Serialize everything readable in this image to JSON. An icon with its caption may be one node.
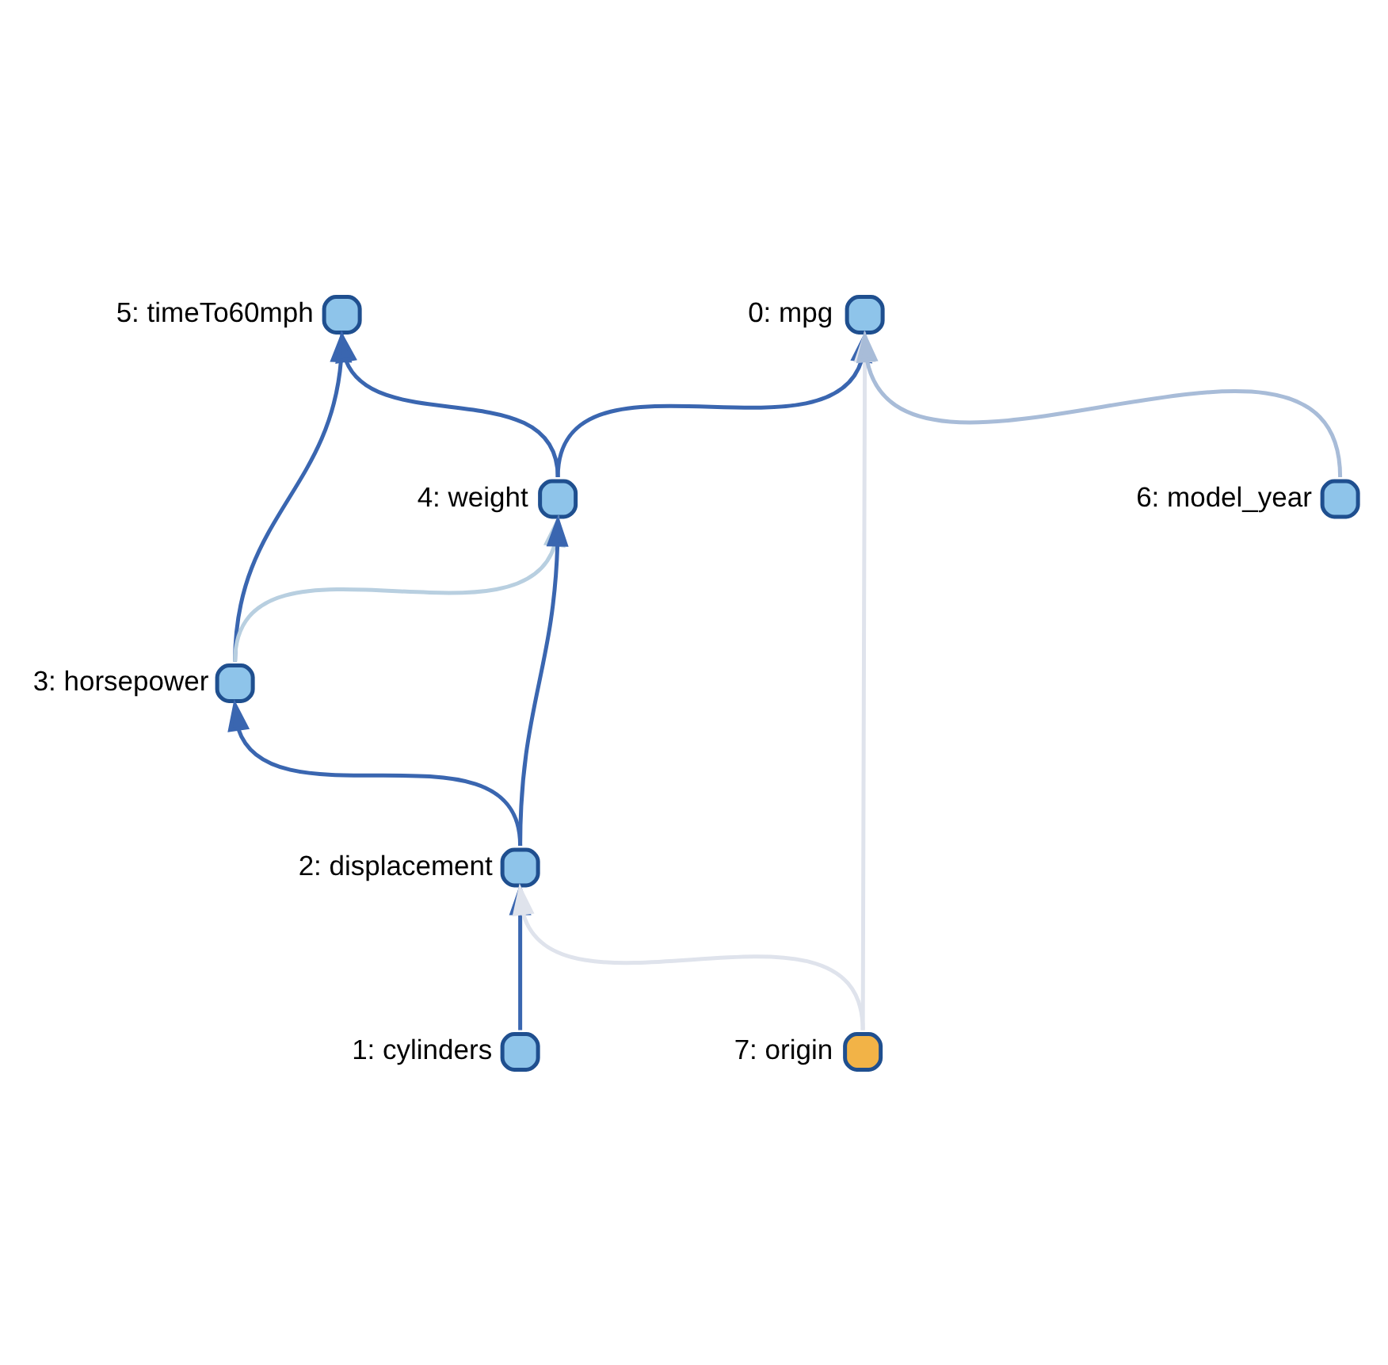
{
  "diagram": {
    "nodes": [
      {
        "text": [
          "5: timeTo60mph"
        ]
      },
      {
        "text": [
          "3: horsepower"
        ]
      },
      {
        "text": [
          "1: cylinders"
        ]
      },
      {
        "text": [
          "2: displacement"
        ]
      },
      {
        "text": [
          "4: weight"
        ]
      },
      {
        "text": [
          "7: origin"
        ]
      },
      {
        "text": [
          "0: mpg"
        ]
      },
      {
        "text": [
          "6: model_year"
        ]
      }
    ],
    "edges": [
      {
        "from": 1,
        "to": 0,
        "arrow": "to"
      },
      {
        "from": 4,
        "to": 0,
        "arrow": "to"
      },
      {
        "from": 3,
        "to": 1,
        "arrow": "to"
      },
      {
        "from": 1,
        "to": 4,
        "arrow": "to",
        "color": "#b8cfe0"
      },
      {
        "from": 2,
        "to": 3,
        "arrow": "to"
      },
      {
        "from": 3,
        "to": 4,
        "arrow": "to"
      },
      {
        "from": 4,
        "to": 6,
        "arrow": "to"
      },
      {
        "from": 5,
        "to": 3,
        "arrow": "to",
        "color": "#dfe3ec"
      },
      {
        "from": 5,
        "to": 6,
        "arrow": "to",
        "color": "#dfe3ec"
      },
      {
        "from": 7,
        "to": 6,
        "arrow": "to",
        "color": "#a8bcd8"
      }
    ]
  }
}
